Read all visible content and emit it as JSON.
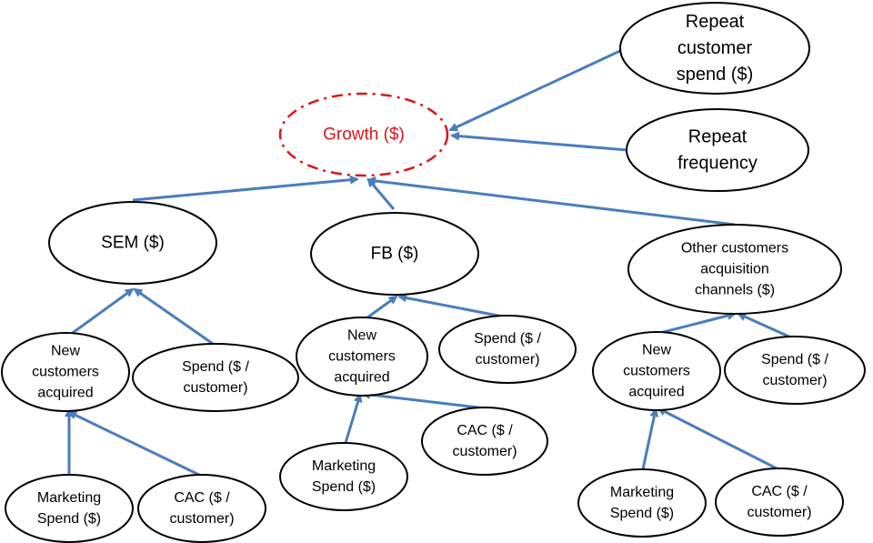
{
  "diagram": {
    "colors": {
      "edge": "#4a7dbd",
      "node_border": "#000000",
      "root_border": "#d9171b",
      "root_text": "#d9171b"
    },
    "nodes": {
      "growth": [
        "Growth ($)"
      ],
      "repeat_spend": [
        "Repeat",
        "customer",
        "spend ($)"
      ],
      "repeat_frequency": [
        "Repeat",
        "frequency"
      ],
      "sem": [
        "SEM ($)"
      ],
      "fb": [
        "FB ($)"
      ],
      "other_channels": [
        "Other customers",
        "acquisition",
        "channels ($)"
      ],
      "sem_new_customers": [
        "New",
        "customers",
        "acquired"
      ],
      "sem_spend_per_customer": [
        "Spend ($ /",
        "customer)"
      ],
      "sem_marketing_spend": [
        "Marketing",
        "Spend ($)"
      ],
      "sem_cac": [
        "CAC ($ /",
        "customer)"
      ],
      "fb_new_customers": [
        "New",
        "customers",
        "acquired"
      ],
      "fb_spend_per_customer": [
        "Spend ($ /",
        "customer)"
      ],
      "fb_marketing_spend": [
        "Marketing",
        "Spend ($)"
      ],
      "fb_cac": [
        "CAC ($ /",
        "customer)"
      ],
      "other_new_customers": [
        "New",
        "customers",
        "acquired"
      ],
      "other_spend_per_customer": [
        "Spend ($ /",
        "customer)"
      ],
      "other_marketing_spend": [
        "Marketing",
        "Spend ($)"
      ],
      "other_cac": [
        "CAC ($ /",
        "customer)"
      ]
    },
    "edges": [
      [
        "repeat_spend",
        "growth"
      ],
      [
        "repeat_frequency",
        "growth"
      ],
      [
        "sem",
        "growth"
      ],
      [
        "fb",
        "growth"
      ],
      [
        "other_channels",
        "growth"
      ],
      [
        "sem_new_customers",
        "sem"
      ],
      [
        "sem_spend_per_customer",
        "sem"
      ],
      [
        "sem_marketing_spend",
        "sem_new_customers"
      ],
      [
        "sem_cac",
        "sem_new_customers"
      ],
      [
        "fb_new_customers",
        "fb"
      ],
      [
        "fb_spend_per_customer",
        "fb"
      ],
      [
        "fb_marketing_spend",
        "fb_new_customers"
      ],
      [
        "fb_cac",
        "fb_new_customers"
      ],
      [
        "other_new_customers",
        "other_channels"
      ],
      [
        "other_spend_per_customer",
        "other_channels"
      ],
      [
        "other_marketing_spend",
        "other_new_customers"
      ],
      [
        "other_cac",
        "other_new_customers"
      ]
    ]
  }
}
